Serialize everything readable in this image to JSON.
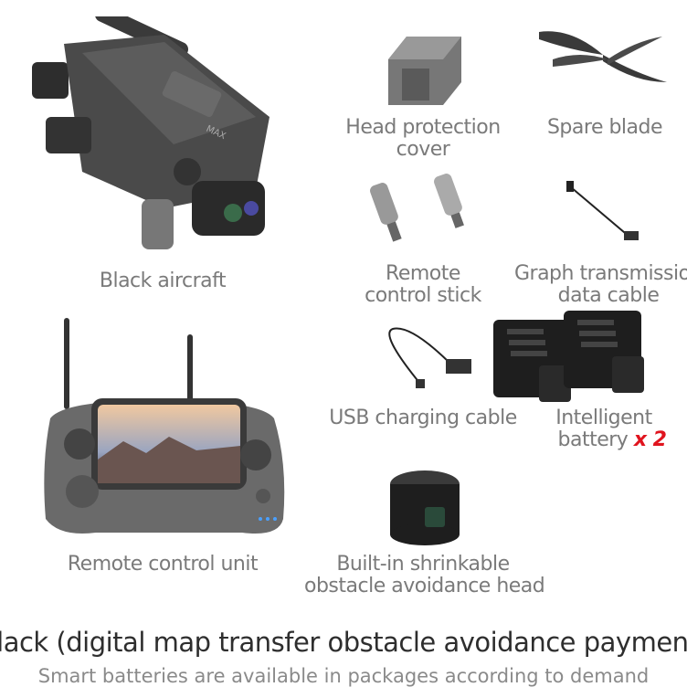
{
  "items": {
    "aircraft": "Black aircraft",
    "head_cover": [
      "Head protection",
      "cover"
    ],
    "spare_blade": "Spare blade",
    "stick": [
      "Remote",
      "control stick"
    ],
    "data_cable": [
      "Graph transmission",
      "data cable"
    ],
    "usb_cable": "USB charging cable",
    "battery": [
      "Intelligent",
      "battery"
    ],
    "battery_qty": "x 2",
    "remote_unit": "Remote control unit",
    "obstacle_head": [
      "Built-in shrinkable",
      "obstacle avoidance head"
    ]
  },
  "drone_marking": "MAX",
  "title": "Black (digital map transfer obstacle avoidance payment)",
  "subtitle": "Smart batteries are available in packages according to demand"
}
